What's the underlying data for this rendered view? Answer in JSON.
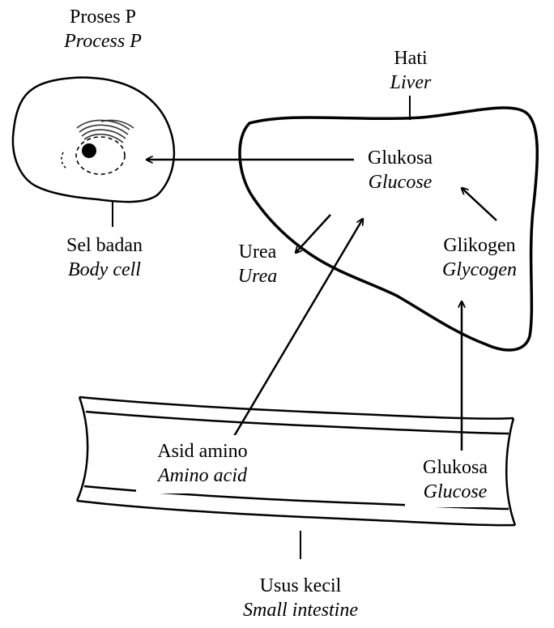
{
  "colors": {
    "ink": "#000000",
    "background": "#ffffff"
  },
  "labels": {
    "process_p": {
      "ms": "Proses P",
      "en": "Process P"
    },
    "liver": {
      "ms": "Hati",
      "en": "Liver"
    },
    "glucose_liver": {
      "ms": "Glukosa",
      "en": "Glucose"
    },
    "body_cell": {
      "ms": "Sel badan",
      "en": "Body cell"
    },
    "urea": {
      "ms": "Urea",
      "en": "Urea"
    },
    "glycogen": {
      "ms": "Glikogen",
      "en": "Glycogen"
    },
    "amino_acid": {
      "ms": "Asid amino",
      "en": "Amino acid"
    },
    "glucose_intestine": {
      "ms": "Glukosa",
      "en": "Glucose"
    },
    "small_intestine": {
      "ms": "Usus kecil",
      "en": "Small intestine"
    }
  }
}
